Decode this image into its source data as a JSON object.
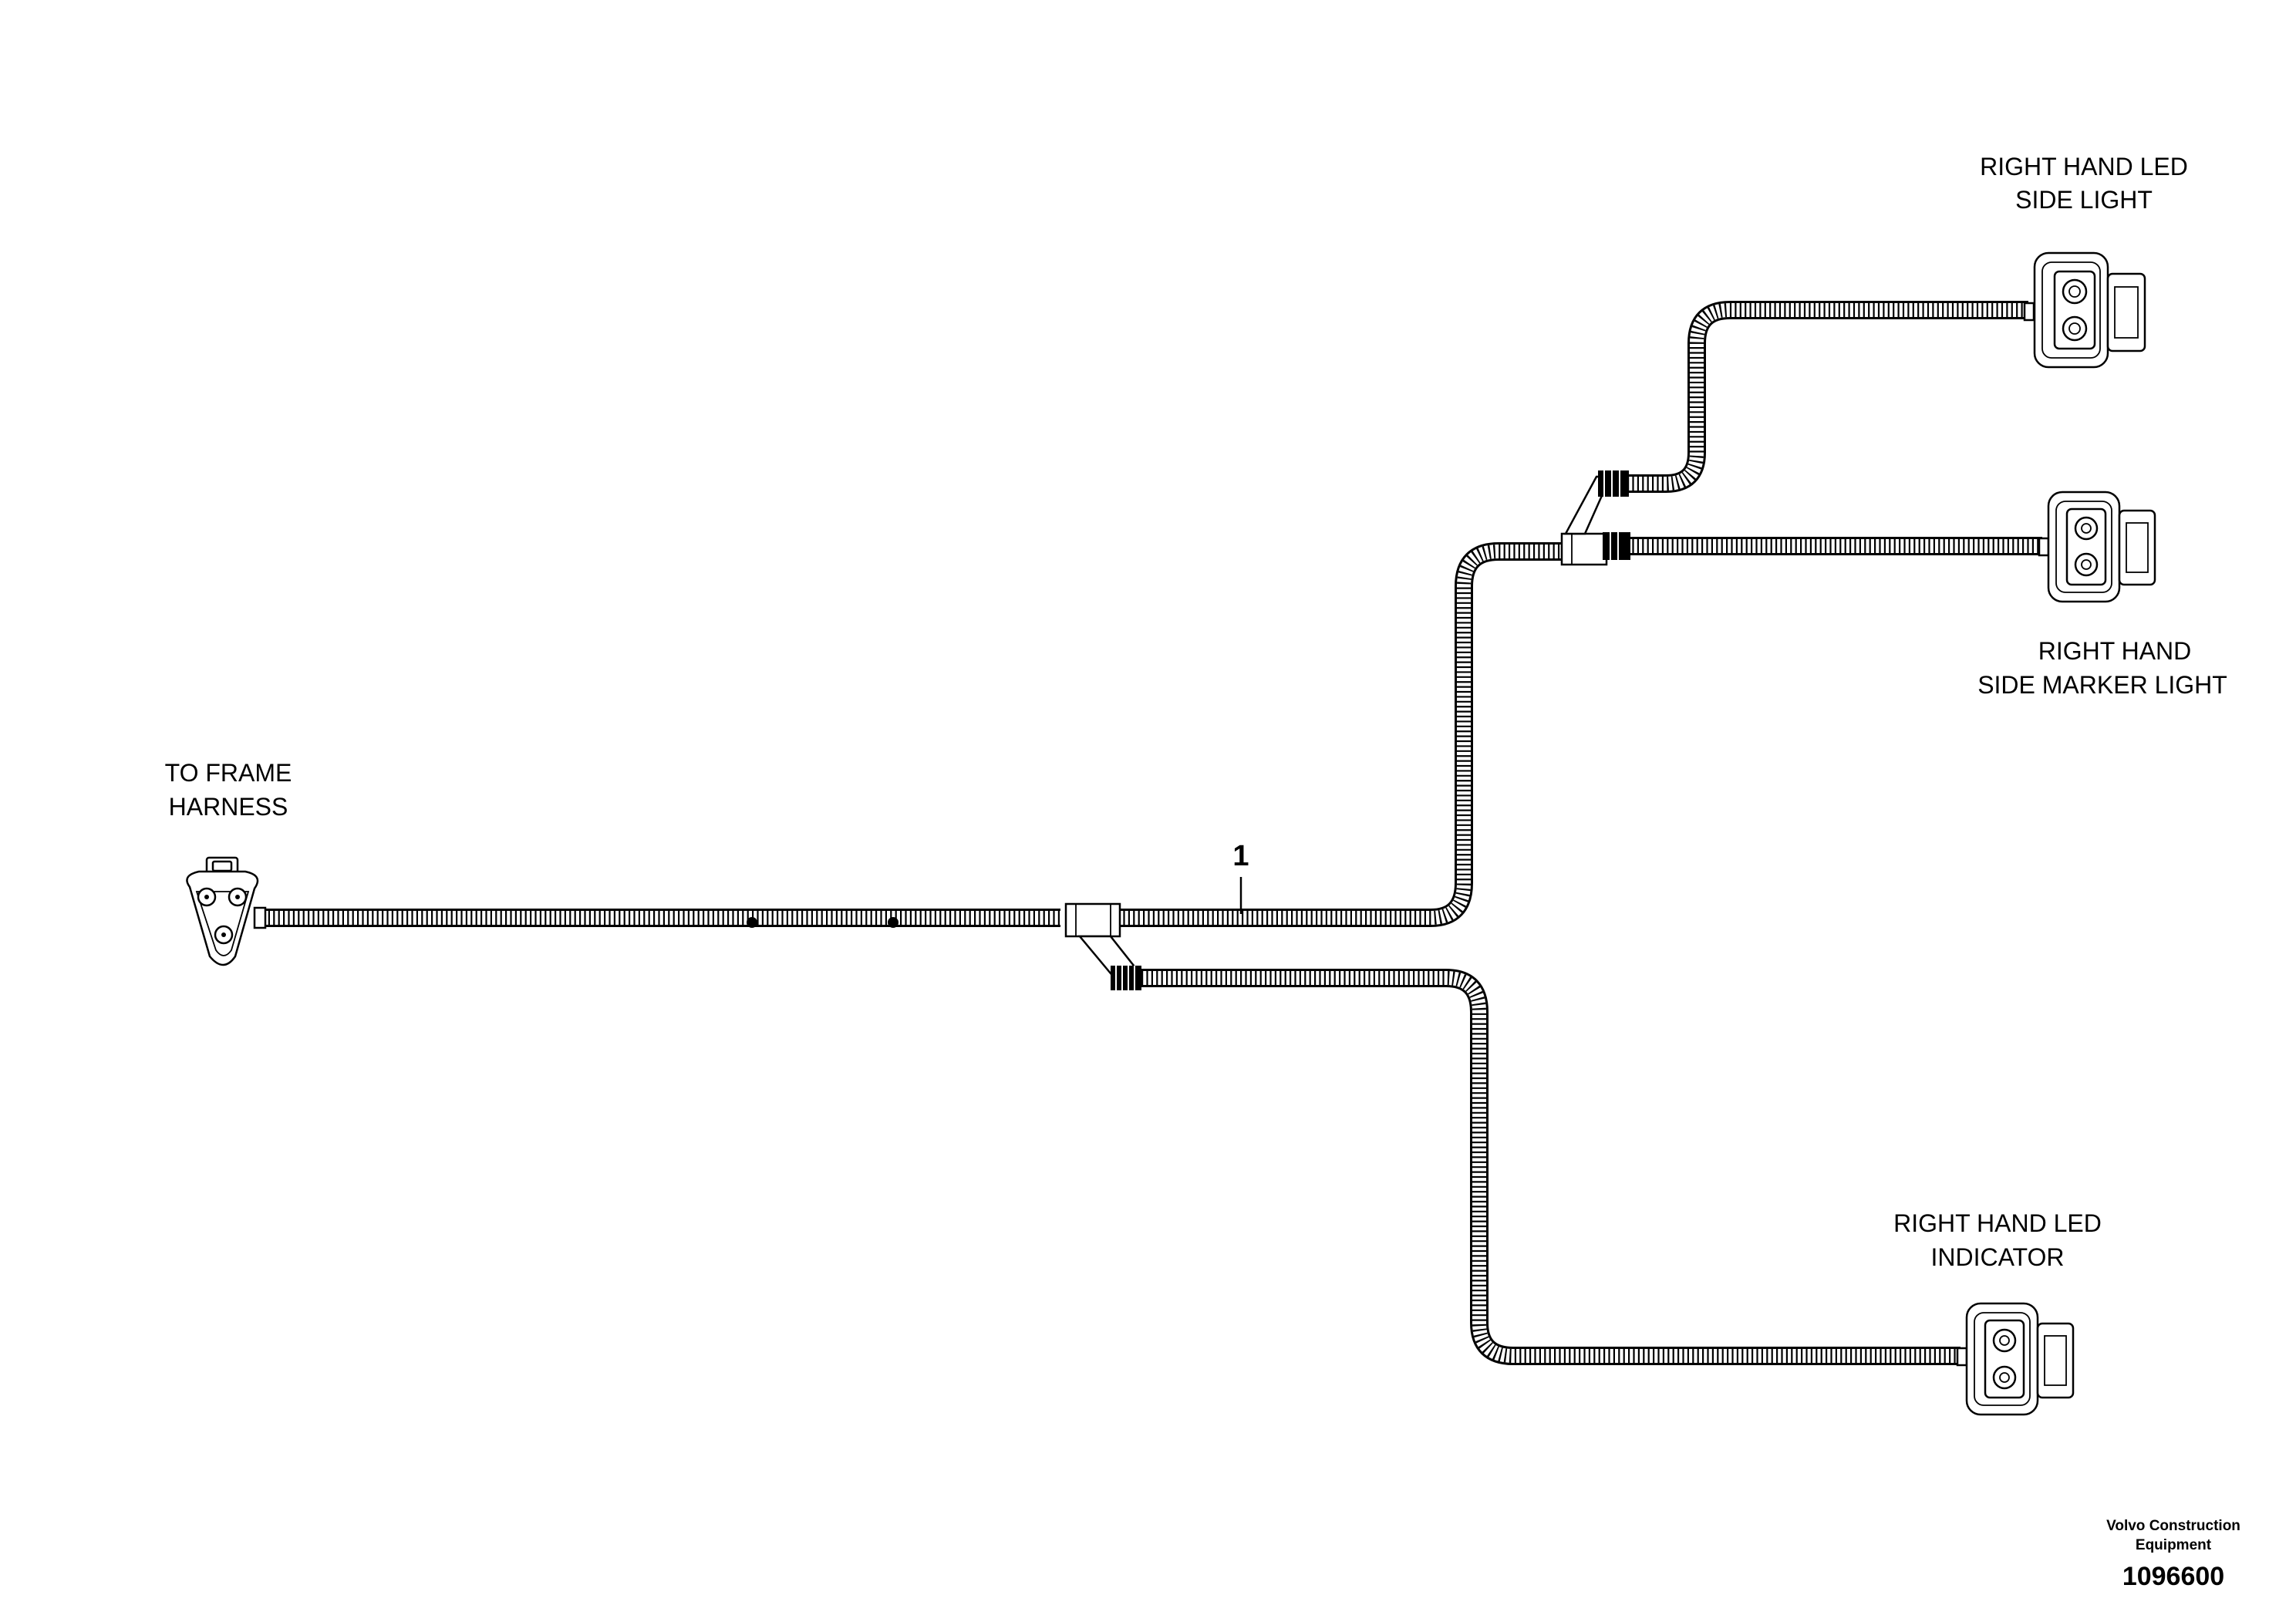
{
  "labels": {
    "frame_harness": [
      "TO FRAME",
      "HARNESS"
    ],
    "side_light": [
      "RIGHT HAND LED",
      "SIDE LIGHT"
    ],
    "side_marker_light": [
      "RIGHT HAND",
      "SIDE MARKER LIGHT"
    ],
    "indicator": [
      "RIGHT HAND LED",
      "INDICATOR"
    ]
  },
  "callout": {
    "number": "1"
  },
  "footer": {
    "company": [
      "Volvo Construction",
      "Equipment"
    ],
    "doc_number": "1096600"
  }
}
